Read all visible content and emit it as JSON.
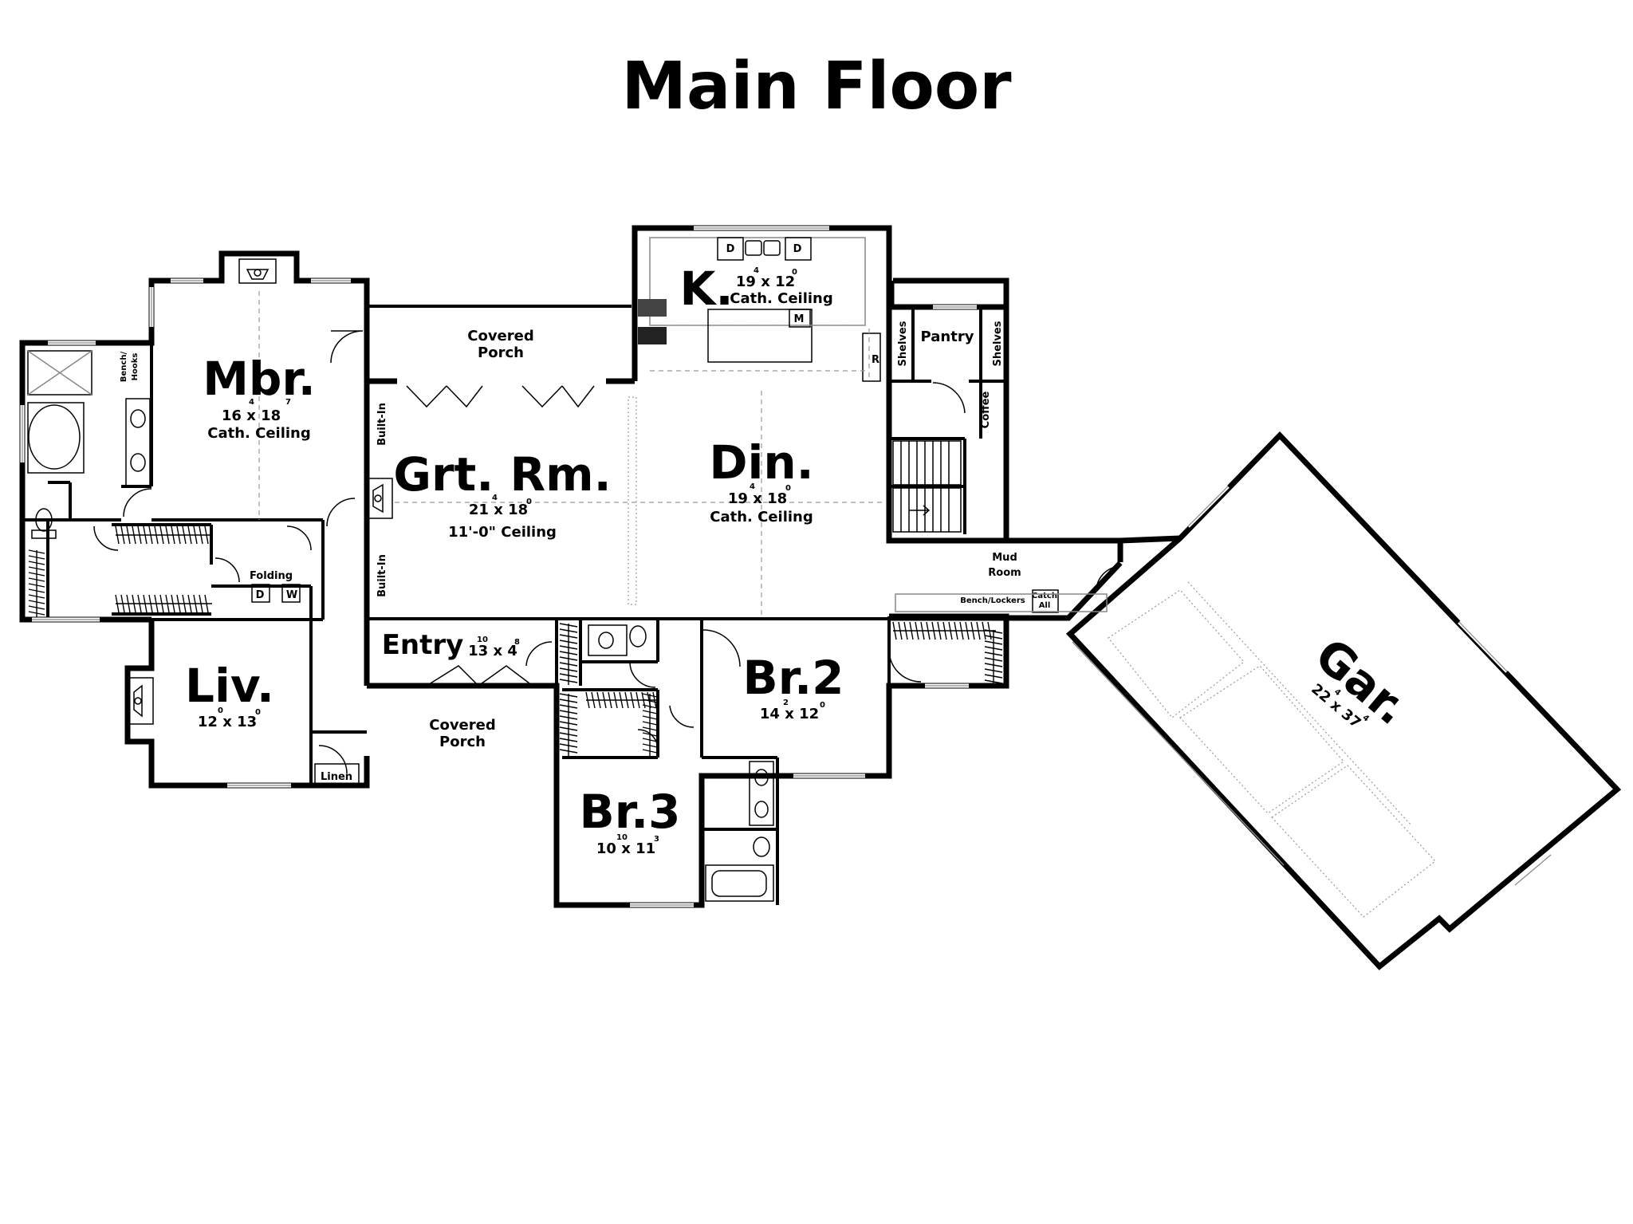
{
  "title": "Main Floor",
  "rooms": {
    "master": {
      "name": "Mbr.",
      "dims": "16 x 18",
      "sup1": "4",
      "sup2": "7",
      "note": "Cath. Ceiling"
    },
    "great_room": {
      "name": "Grt. Rm.",
      "dims": "21 x 18",
      "sup1": "4",
      "sup2": "0",
      "note": "11'-0\" Ceiling"
    },
    "dining": {
      "name": "Din.",
      "dims": "19 x 18",
      "sup1": "4",
      "sup2": "0",
      "note": "Cath. Ceiling"
    },
    "kitchen": {
      "name": "K.",
      "dims": "19 x 12",
      "sup1": "4",
      "sup2": "0",
      "note": "Cath. Ceiling"
    },
    "living": {
      "name": "Liv.",
      "dims": "12 x 13",
      "sup1": "0",
      "sup2": "0"
    },
    "entry": {
      "name": "Entry",
      "dims": "13 x 4",
      "sup1": "10",
      "sup2": "8"
    },
    "bedroom2": {
      "name": "Br.2",
      "dims": "14 x 12",
      "sup1": "2",
      "sup2": "0"
    },
    "bedroom3": {
      "name": "Br.3",
      "dims": "10 x 11",
      "sup1": "10",
      "sup2": "3"
    },
    "garage": {
      "name": "Gar.",
      "dims": "22 x 37",
      "sup1": "4",
      "sup2": "4"
    }
  },
  "labels": {
    "covered_porch_top_1": "Covered",
    "covered_porch_top_2": "Porch",
    "covered_porch_bottom_1": "Covered",
    "covered_porch_bottom_2": "Porch",
    "pantry": "Pantry",
    "shelves_left": "Shelves",
    "shelves_right": "Shelves",
    "coffee": "Coffee",
    "mud_room_1": "Mud",
    "mud_room_2": "Room",
    "bench_lockers": "Bench/Lockers",
    "catch_all_1": "Catch",
    "catch_all_2": "All",
    "built_in_top": "Built-In",
    "built_in_bottom": "Built-In",
    "bench_hooks_1": "Bench/",
    "bench_hooks_2": "Hooks",
    "folding": "Folding",
    "dryer": "D",
    "washer": "W",
    "linen": "Linen",
    "dishwasher_left": "D",
    "dishwasher_right": "D",
    "microwave": "M",
    "refrigerator": "R"
  }
}
